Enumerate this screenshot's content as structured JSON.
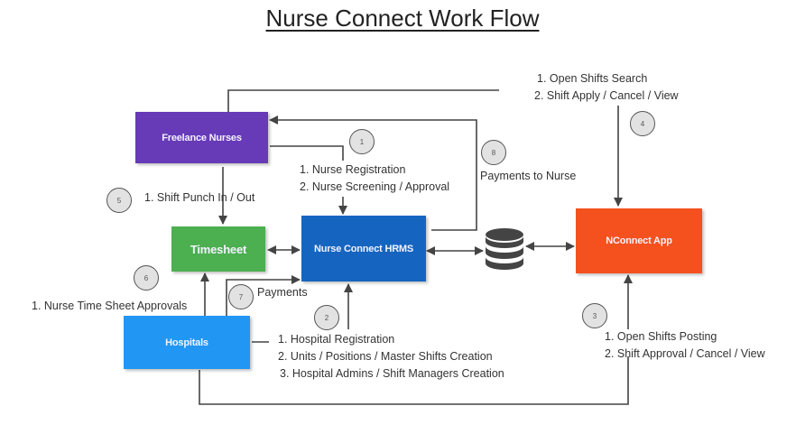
{
  "title": "Nurse Connect Work Flow",
  "nodes": {
    "freelance_nurses": {
      "label": "Freelance Nurses",
      "color": "#673ab7"
    },
    "timesheet": {
      "label": "Timesheet",
      "color": "#4caf50"
    },
    "hrms": {
      "label": "Nurse Connect HRMS",
      "color": "#1565c0"
    },
    "nconnect_app": {
      "label": "NConnect App",
      "color": "#f4511e"
    },
    "hospitals": {
      "label": "Hospitals",
      "color": "#2196f3"
    },
    "database": {
      "label": "database",
      "color": "#444444"
    }
  },
  "steps": [
    {
      "number": "1",
      "lines": [
        "1. Nurse Registration",
        "2. Nurse Screening / Approval"
      ]
    },
    {
      "number": "2",
      "lines": [
        "1. Hospital Registration",
        "2. Units / Positions / Master Shifts Creation",
        "3. Hospital Admins / Shift Managers Creation"
      ]
    },
    {
      "number": "3",
      "lines": [
        "1. Open Shifts Posting",
        "2. Shift Approval / Cancel / View"
      ]
    },
    {
      "number": "4",
      "lines": [
        "1. Open Shifts Search",
        "2. Shift Apply / Cancel / View"
      ]
    },
    {
      "number": "5",
      "lines": [
        "1.  Shift Punch In / Out"
      ]
    },
    {
      "number": "6",
      "lines": [
        "1.  Nurse Time Sheet Approvals"
      ]
    },
    {
      "number": "7",
      "lines": [
        "Payments"
      ]
    },
    {
      "number": "8",
      "lines": [
        "Payments to Nurse"
      ]
    }
  ]
}
